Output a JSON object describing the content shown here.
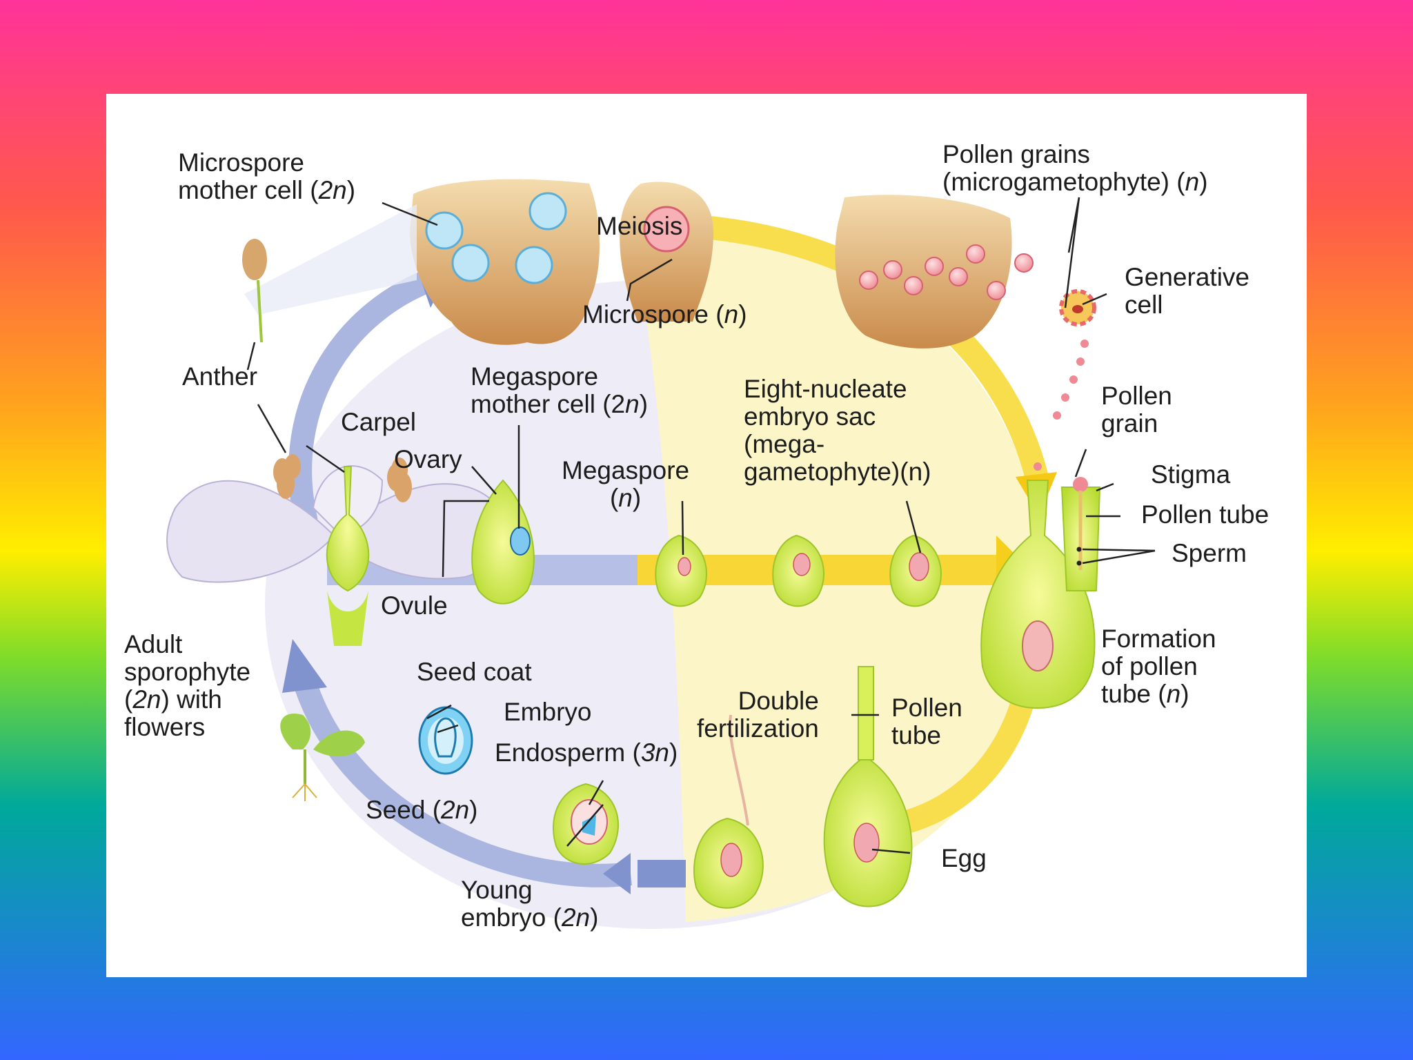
{
  "labels": {
    "microspore_mother": [
      "Microspore",
      "mother cell (",
      "2n",
      ")"
    ],
    "meiosis": "Meiosis",
    "microspore": [
      "Microspore (",
      "n",
      ")"
    ],
    "pollen_grains": [
      "Pollen grains",
      "(microgametophyte) (",
      "n",
      ")"
    ],
    "generative_cell": [
      "Generative",
      "cell"
    ],
    "anther": "Anther",
    "carpel": "Carpel",
    "ovary": "Ovary",
    "ovule": "Ovule",
    "megaspore_mother": [
      "Megaspore",
      "mother cell (2",
      "n",
      ")"
    ],
    "megaspore": [
      "Megaspore",
      "(",
      "n",
      ")"
    ],
    "embryo_sac": [
      "Eight-nucleate",
      "embryo sac",
      "(mega-",
      "gametophyte)(n)"
    ],
    "pollen_grain": [
      "Pollen",
      "grain"
    ],
    "stigma": "Stigma",
    "pollen_tube_top": "Pollen tube",
    "sperm": "Sperm",
    "formation": [
      "Formation",
      "of pollen",
      "tube (",
      "n",
      ")"
    ],
    "adult": [
      "Adult",
      "sporophyte",
      "(",
      "2n",
      ") with",
      "flowers"
    ],
    "seed_coat": "Seed coat",
    "embryo": "Embryo",
    "endosperm": [
      "Endosperm (",
      "3n",
      ")"
    ],
    "seed": [
      "Seed (",
      "2n",
      ")"
    ],
    "young_embryo": [
      "Young",
      "embryo (",
      "2n",
      ")"
    ],
    "double_fert": [
      "Double",
      "fertilization"
    ],
    "pollen_tube_mid": [
      "Pollen",
      "tube"
    ],
    "egg": "Egg"
  },
  "colors": {
    "haploid_zone": "#fbf6c8",
    "diploid_zone": "#ecebf6",
    "yellow_arrow": "#f6d11e",
    "blue_arrow": "#8294cf",
    "tissue": "#d9f05a",
    "anther_wall": "#efd3a2",
    "pollen": "#f3a0a8"
  }
}
